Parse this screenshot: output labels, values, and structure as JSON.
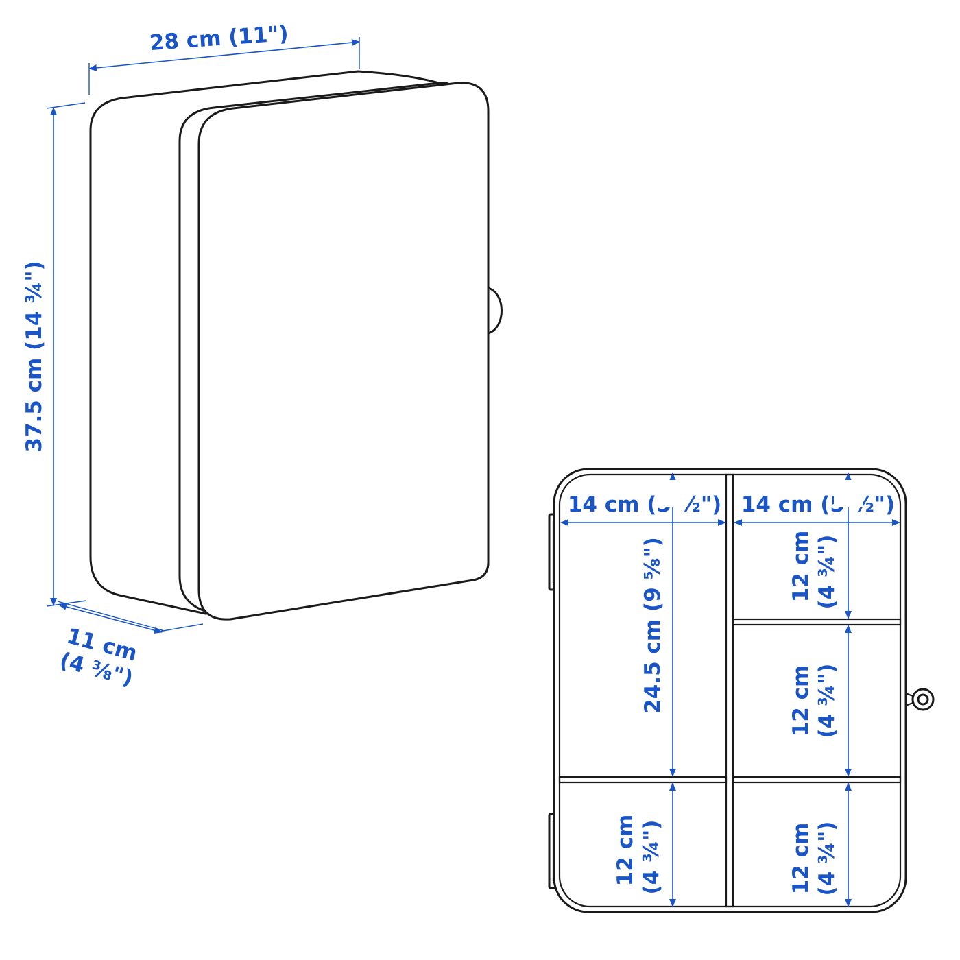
{
  "accent_color": "#1a55c8",
  "line_color": "#1a1a1a",
  "front_view": {
    "width_label": "28 cm (11\")",
    "height_label": "37.5 cm (14 ¾\")",
    "depth_label_line1": "11 cm",
    "depth_label_line2": "(4 ⅜\")"
  },
  "interior_view": {
    "left_width_label": "14 cm (5 ½\")",
    "right_width_label": "14 cm (5 ½\")",
    "left_tall_height_label": "24.5 cm (9 ⅝\")",
    "left_bottom_line1": "12 cm",
    "left_bottom_line2": "(4 ¾\")",
    "right_top_line1": "12 cm",
    "right_top_line2": "(4 ¾\")",
    "right_middle_line1": "12 cm",
    "right_middle_line2": "(4 ¾\")",
    "right_bottom_line1": "12 cm",
    "right_bottom_line2": "(4 ¾\")"
  }
}
